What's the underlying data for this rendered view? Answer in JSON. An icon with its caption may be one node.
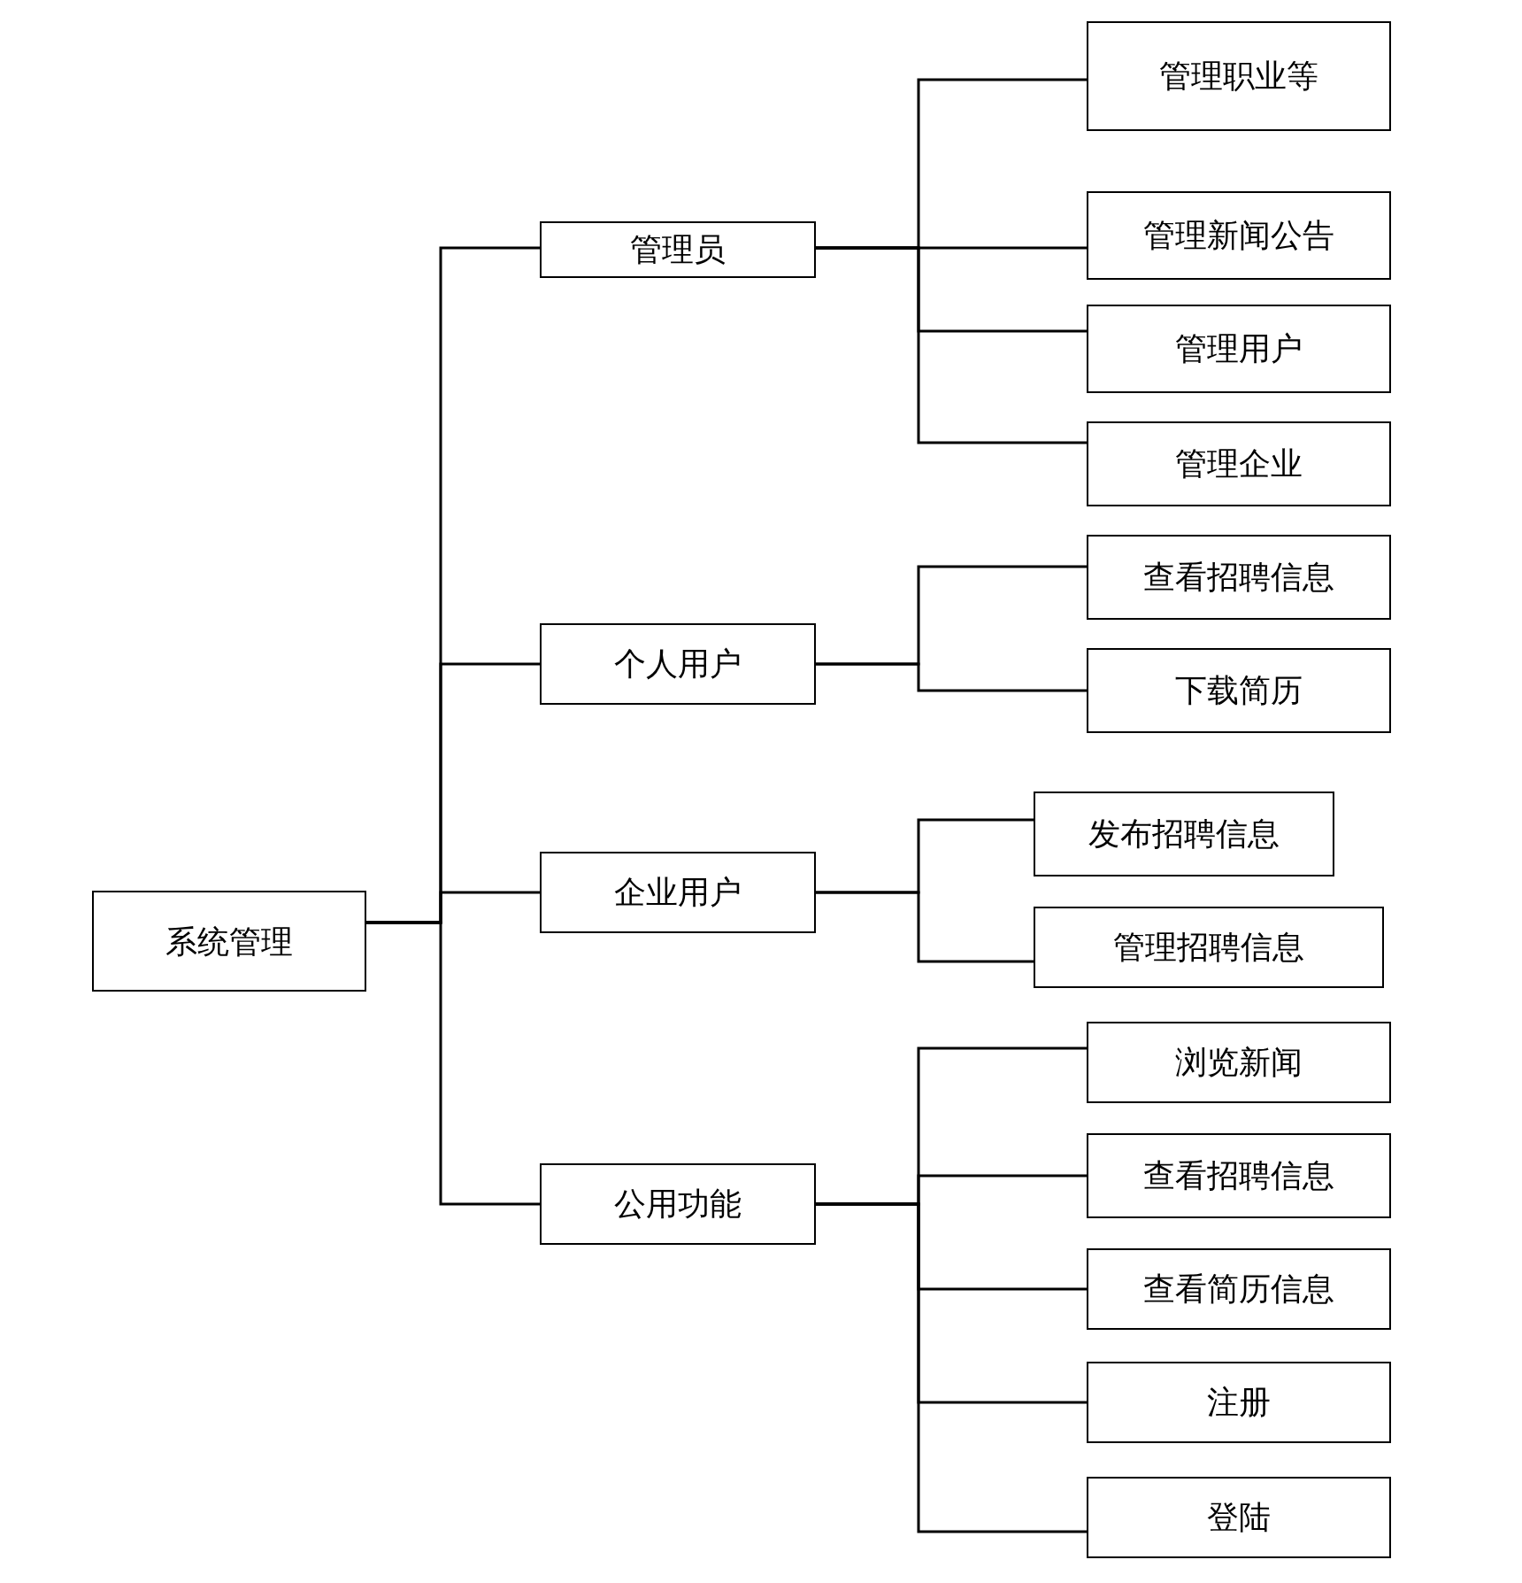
{
  "diagram": {
    "nodes": [
      {
        "text": [
          "系统管理"
        ]
      },
      {
        "text": [
          "管理员"
        ]
      },
      {
        "text": [
          "个人用户"
        ]
      },
      {
        "text": [
          "企业用户"
        ]
      },
      {
        "text": [
          "公用功能"
        ]
      },
      {
        "text": [
          "管理职业等"
        ]
      },
      {
        "text": [
          "管理新闻公告"
        ]
      },
      {
        "text": [
          "管理用户"
        ]
      },
      {
        "text": [
          "管理企业"
        ]
      },
      {
        "text": [
          "查看招聘信息"
        ]
      },
      {
        "text": [
          "下载简历"
        ]
      },
      {
        "text": [
          "发布招聘信息"
        ]
      },
      {
        "text": [
          "管理招聘信息"
        ]
      },
      {
        "text": [
          "浏览新闻"
        ]
      },
      {
        "text": [
          "查看招聘信息"
        ]
      },
      {
        "text": [
          "查看简历信息"
        ]
      },
      {
        "text": [
          "注册"
        ]
      },
      {
        "text": [
          "登陆"
        ]
      }
    ],
    "edges": [
      {
        "from": 0,
        "to": 1,
        "arrow": "none"
      },
      {
        "from": 0,
        "to": 2,
        "arrow": "none"
      },
      {
        "from": 0,
        "to": 3,
        "arrow": "none"
      },
      {
        "from": 0,
        "to": 4,
        "arrow": "none"
      },
      {
        "from": 1,
        "to": 5,
        "arrow": "none"
      },
      {
        "from": 1,
        "to": 6,
        "arrow": "none"
      },
      {
        "from": 1,
        "to": 7,
        "arrow": "none"
      },
      {
        "from": 1,
        "to": 8,
        "arrow": "none"
      },
      {
        "from": 2,
        "to": 9,
        "arrow": "none"
      },
      {
        "from": 2,
        "to": 10,
        "arrow": "none"
      },
      {
        "from": 3,
        "to": 11,
        "arrow": "none"
      },
      {
        "from": 3,
        "to": 12,
        "arrow": "none"
      },
      {
        "from": 4,
        "to": 13,
        "arrow": "none"
      },
      {
        "from": 4,
        "to": 14,
        "arrow": "none"
      },
      {
        "from": 4,
        "to": 15,
        "arrow": "none"
      },
      {
        "from": 4,
        "to": 16,
        "arrow": "none"
      },
      {
        "from": 4,
        "to": 17,
        "arrow": "none"
      }
    ]
  }
}
